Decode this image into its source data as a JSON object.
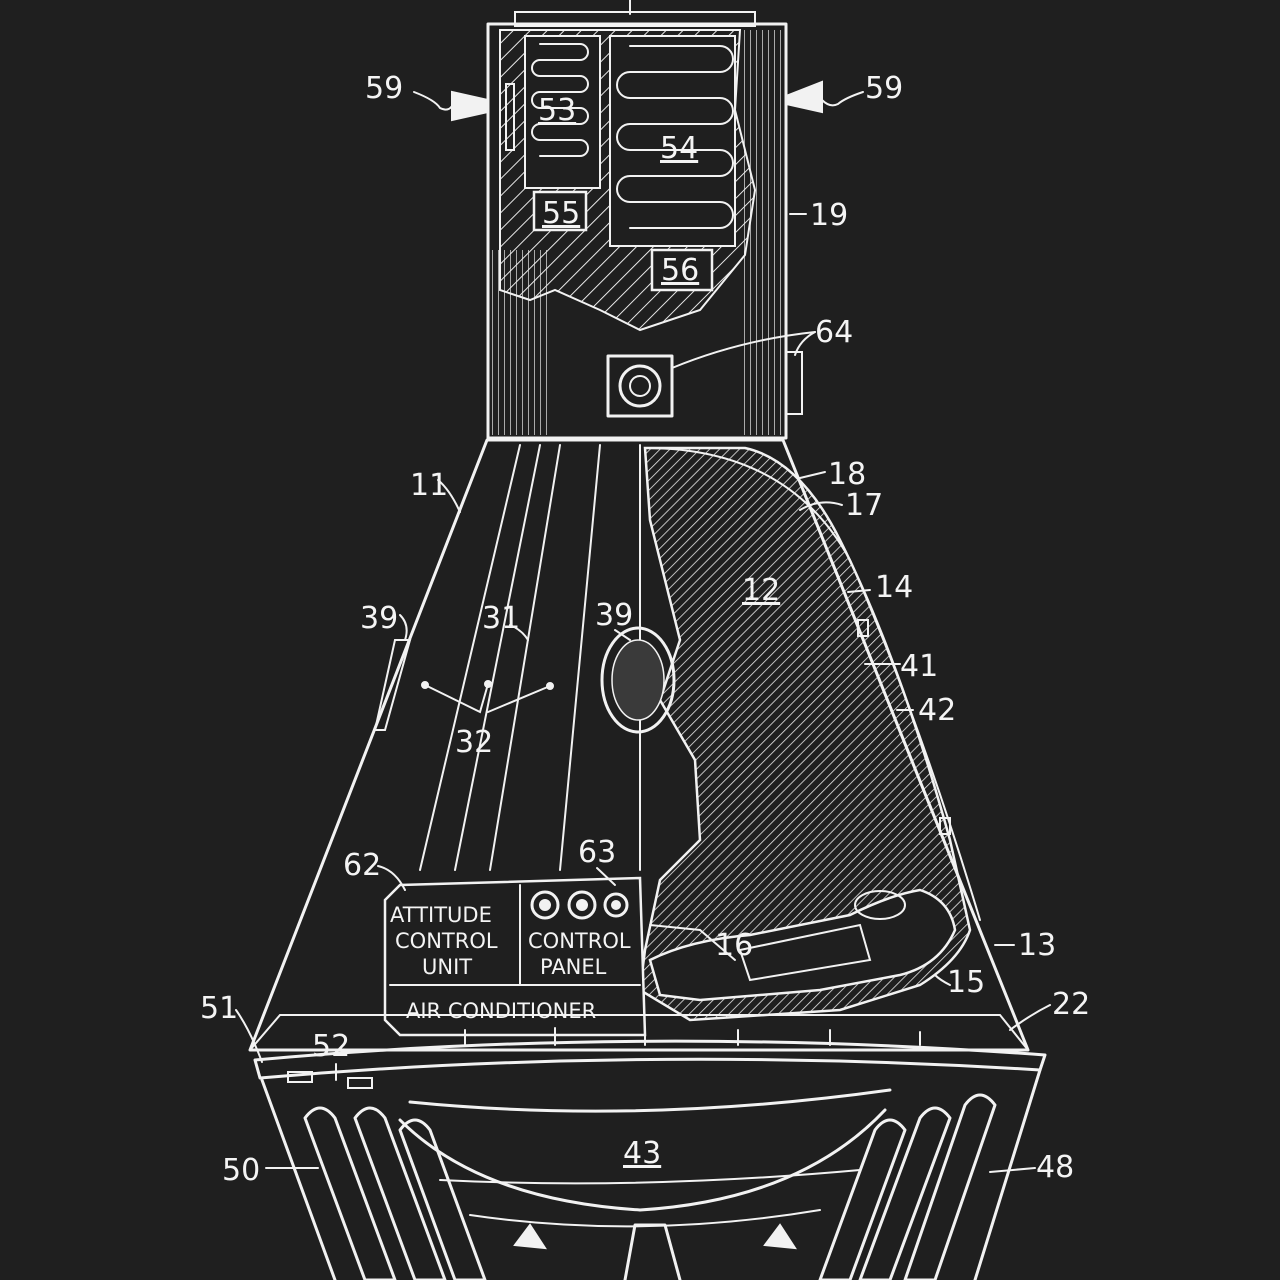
{
  "diagram": {
    "reference_numerals": {
      "n59_left": "59",
      "n59_right": "59",
      "n53": "53",
      "n54": "54",
      "n55": "55",
      "n56": "56",
      "n19": "19",
      "n64": "64",
      "n11": "11",
      "n18": "18",
      "n17": "17",
      "n12": "12",
      "n14": "14",
      "n39_left": "39",
      "n31": "31",
      "n39_window": "39",
      "n41": "41",
      "n42": "42",
      "n32": "32",
      "n62": "62",
      "n63": "63",
      "n16": "16",
      "n13": "13",
      "n15": "15",
      "n51": "51",
      "n22": "22",
      "n52": "52",
      "n43": "43",
      "n50": "50",
      "n48": "48"
    },
    "boxes": {
      "attitude_line1": "ATTITUDE",
      "attitude_line2": "CONTROL",
      "attitude_line3": "UNIT",
      "control_line1": "CONTROL",
      "control_line2": "PANEL",
      "air_conditioner": "AIR CONDITIONER"
    },
    "colors": {
      "background": "#1f1f1f",
      "ink": "#f2f2f2"
    }
  }
}
